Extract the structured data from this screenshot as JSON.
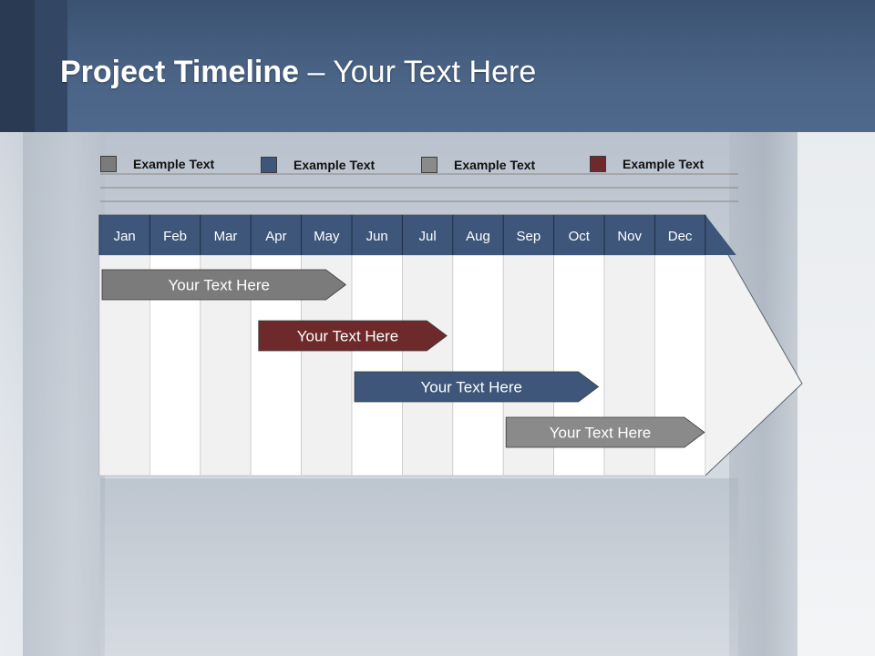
{
  "header": {
    "title_bold": "Project Timeline",
    "title_rest": " – Your Text Here"
  },
  "legend": [
    {
      "label": "Example Text",
      "color": "#7b7b7b"
    },
    {
      "label": "Example Text",
      "color": "#3d5679"
    },
    {
      "label": "Example Text",
      "color": "#8a8a8a"
    },
    {
      "label": "Example Text",
      "color": "#6e2a2a"
    }
  ],
  "timeline": {
    "months": [
      "Jan",
      "Feb",
      "Mar",
      "Apr",
      "May",
      "Jun",
      "Jul",
      "Aug",
      "Sep",
      "Oct",
      "Nov",
      "Dec"
    ],
    "header_color": "#3d5679",
    "tasks": [
      {
        "label": "Your  Text Here",
        "start_month": 1,
        "end_month": 4.9,
        "color": "#7b7b7b"
      },
      {
        "label": "Your  Text Here",
        "start_month": 4.1,
        "end_month": 6.9,
        "color": "#6e2a2a"
      },
      {
        "label": "Your  Text Here",
        "start_month": 6.0,
        "end_month": 9.9,
        "color": "#3d5679"
      },
      {
        "label": "Your  Text Here",
        "start_month": 9.0,
        "end_month": 12.0,
        "color": "#8a8a8a"
      }
    ]
  }
}
